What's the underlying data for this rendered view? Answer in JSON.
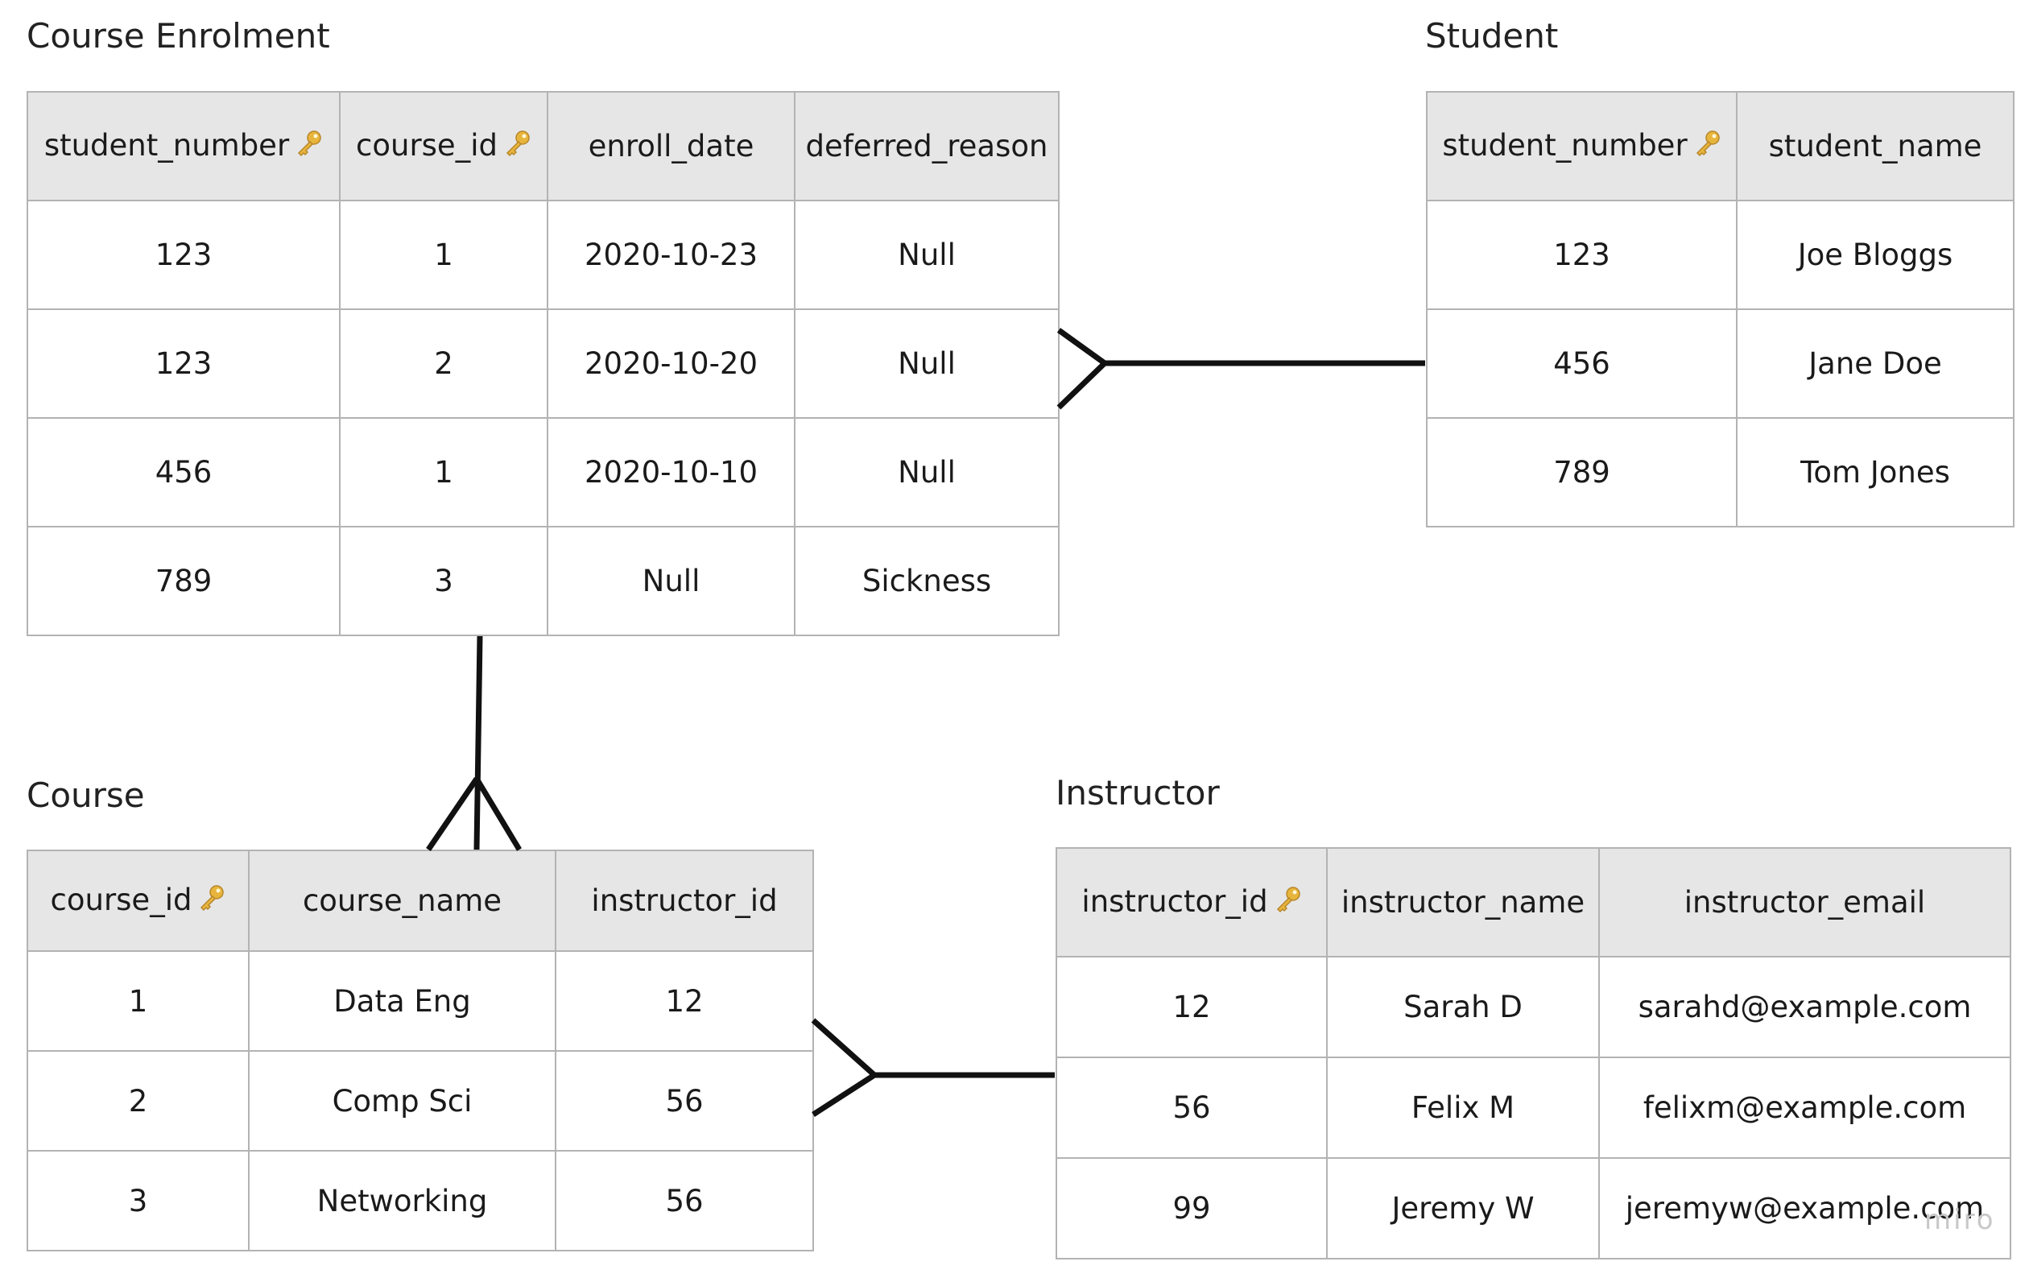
{
  "key_icon": "key-icon",
  "tables": {
    "enrolment": {
      "title": "Course Enrolment",
      "columns": [
        {
          "label": "student_number",
          "key": true
        },
        {
          "label": "course_id",
          "key": true
        },
        {
          "label": "enroll_date",
          "key": false
        },
        {
          "label": "deferred_reason",
          "key": false
        }
      ],
      "rows": [
        [
          "123",
          "1",
          "2020-10-23",
          "Null"
        ],
        [
          "123",
          "2",
          "2020-10-20",
          "Null"
        ],
        [
          "456",
          "1",
          "2020-10-10",
          "Null"
        ],
        [
          "789",
          "3",
          "Null",
          "Sickness"
        ]
      ]
    },
    "student": {
      "title": "Student",
      "columns": [
        {
          "label": "student_number",
          "key": true
        },
        {
          "label": "student_name",
          "key": false
        }
      ],
      "rows": [
        [
          "123",
          "Joe Bloggs"
        ],
        [
          "456",
          "Jane Doe"
        ],
        [
          "789",
          "Tom Jones"
        ]
      ]
    },
    "course": {
      "title": "Course",
      "columns": [
        {
          "label": "course_id",
          "key": true
        },
        {
          "label": "course_name",
          "key": false
        },
        {
          "label": "instructor_id",
          "key": false
        }
      ],
      "rows": [
        [
          "1",
          "Data Eng",
          "12"
        ],
        [
          "2",
          "Comp Sci",
          "56"
        ],
        [
          "3",
          "Networking",
          "56"
        ]
      ]
    },
    "instructor": {
      "title": "Instructor",
      "columns": [
        {
          "label": "instructor_id",
          "key": true
        },
        {
          "label": "instructor_name",
          "key": false
        },
        {
          "label": "instructor_email",
          "key": false
        }
      ],
      "rows": [
        [
          "12",
          "Sarah D",
          "sarahd@example.com"
        ],
        [
          "56",
          "Felix M",
          "felixm@example.com"
        ],
        [
          "99",
          "Jeremy W",
          "jeremyw@example.com"
        ]
      ]
    }
  },
  "watermark": "miro"
}
